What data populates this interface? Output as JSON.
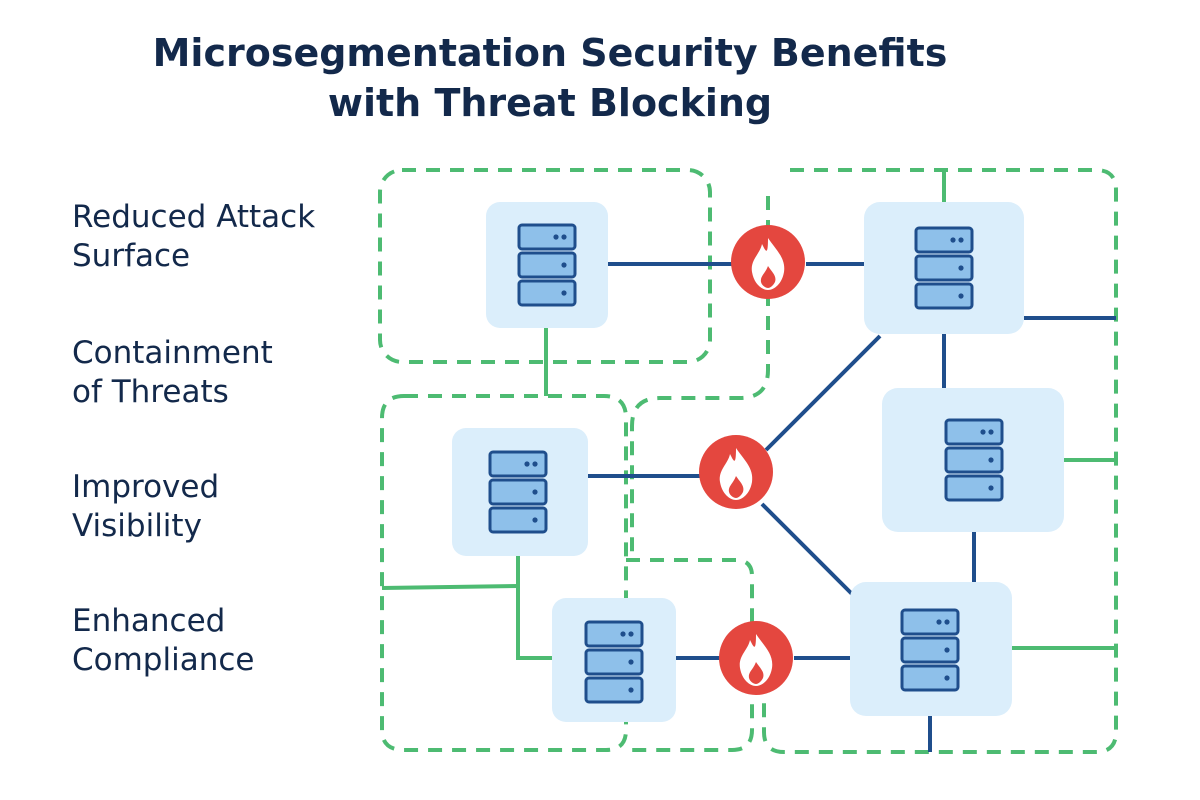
{
  "title": {
    "line1": "Microsegmentation Security Benefits",
    "line2": "with Threat Blocking"
  },
  "benefits": [
    {
      "line1": "Reduced Attack",
      "line2": "Surface"
    },
    {
      "line1": "Containment",
      "line2": "of Threats"
    },
    {
      "line1": "Improved",
      "line2": "Visibility"
    },
    {
      "line1": "Enhanced",
      "line2": "Compliance"
    }
  ],
  "colors": {
    "title_text": "#13294b",
    "segment_border": "#4dbb72",
    "link_blue": "#1f4e8c",
    "link_green": "#4dbb72",
    "server_tile": "#dbeefb",
    "server_unit": "#8ec0ea",
    "server_outline": "#1f4e8c",
    "firewall": "#e4473f"
  },
  "icons": {
    "server": "server-icon",
    "firewall": "firewall-flame-icon"
  }
}
